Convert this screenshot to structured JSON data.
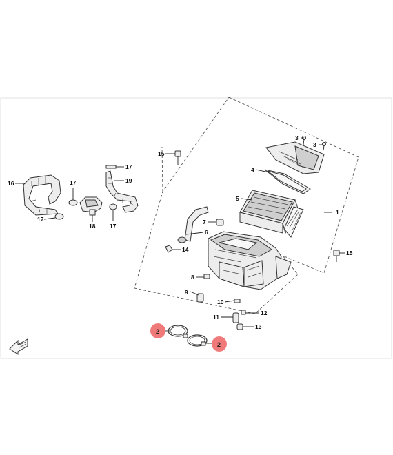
{
  "diagram": {
    "callouts": {
      "c1": "1",
      "c3a": "3",
      "c3b": "3",
      "c4": "4",
      "c5": "5",
      "c6": "6",
      "c7": "7",
      "c8": "8",
      "c9": "9",
      "c10": "10",
      "c11": "11",
      "c12": "12",
      "c13": "13",
      "c14": "14",
      "c15a": "15",
      "c15b": "15",
      "c16": "16",
      "c17a": "17",
      "c17b": "17",
      "c17c": "17",
      "c17d": "17",
      "c18": "18",
      "c19": "19"
    },
    "highlighted": {
      "h2a": "2",
      "h2b": "2"
    },
    "colors": {
      "highlight": "#f07a7a",
      "line": "#333333"
    },
    "icons": {
      "front-arrow": "fwd-arrow-icon"
    }
  }
}
